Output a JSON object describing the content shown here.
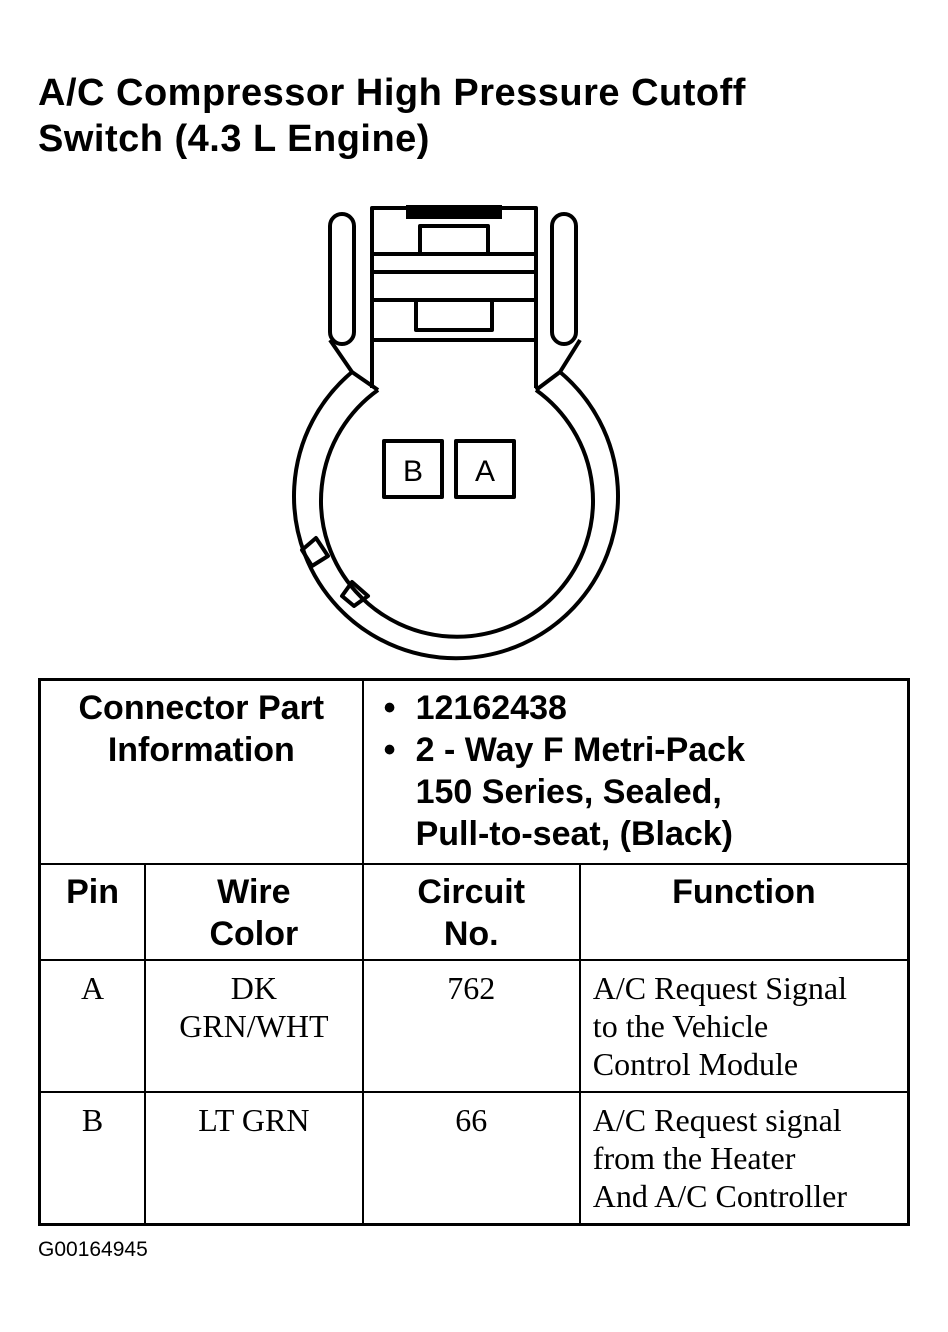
{
  "title": {
    "line1": "A/C Compressor High Pressure Cutoff",
    "line2": "Switch (4.3 L Engine)"
  },
  "connector_diagram": {
    "pins": [
      "B",
      "A"
    ]
  },
  "part_info": {
    "label_line1": "Connector Part",
    "label_line2": "Information",
    "items": [
      {
        "bullet": "•",
        "lines": [
          "12162438"
        ]
      },
      {
        "bullet": "•",
        "lines": [
          "2 - Way F Metri-Pack",
          "150 Series, Sealed,",
          "Pull-to-seat, (Black)"
        ]
      }
    ]
  },
  "table": {
    "headers": [
      {
        "lines": [
          "Pin"
        ]
      },
      {
        "lines": [
          "Wire",
          "Color"
        ]
      },
      {
        "lines": [
          "Circuit",
          "No."
        ]
      },
      {
        "lines": [
          "Function"
        ]
      }
    ],
    "rows": [
      {
        "pin": "A",
        "wire_color": [
          "DK",
          "GRN/WHT"
        ],
        "circuit": "762",
        "function": [
          "A/C Request Signal",
          "to the Vehicle",
          "Control Module"
        ]
      },
      {
        "pin": "B",
        "wire_color": [
          "LT GRN"
        ],
        "circuit": "66",
        "function": [
          "A/C Request signal",
          "from the Heater",
          "And A/C Controller"
        ]
      }
    ]
  },
  "figure_id": "G00164945"
}
